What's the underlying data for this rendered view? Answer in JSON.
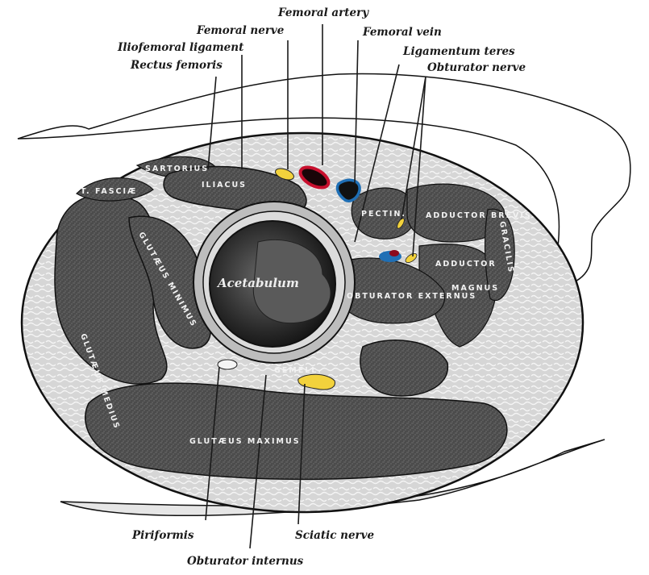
{
  "figure": {
    "subject": "Transverse section through the hip joint",
    "colors": {
      "background": "#ffffff",
      "fat": "#cfcfcf",
      "muscle": "#4a4a4a",
      "muscle_dark": "#3a3a3a",
      "artery": "#c8102e",
      "vein": "#1f6fb5",
      "nerve": "#f2d23c",
      "outline": "#111111"
    }
  },
  "callouts": {
    "femoral_artery": "Femoral artery",
    "femoral_nerve": "Femoral nerve",
    "femoral_vein": "Femoral vein",
    "iliofemoral_ligament": "Iliofemoral ligament",
    "rectus_femoris": "Rectus femoris",
    "ligamentum_teres": "Ligamentum teres",
    "obturator_nerve": "Obturator nerve",
    "piriformis": "Piriformis",
    "sciatic_nerve": "Sciatic nerve",
    "obturator_internus": "Obturator internus"
  },
  "inner_labels": {
    "acetabulum": "Acetabulum",
    "iliacus": "ILIACUS",
    "sartorius": "SARTORIUS",
    "tensor": "T. FASCIÆ",
    "gluteus_medius": "GLUTÆUS MEDIUS",
    "gluteus_minimus": "GLUTÆUS MINIMUS",
    "adductor_brevis": "ADDUCTOR BREVIS",
    "adductor_longus": "ADDUCTOR",
    "adductor_magnus": "MAGNUS",
    "pectineus": "PECTIN.",
    "gracilis": "GRACILIS",
    "obturator_externus": "OBTURATOR EXTERNUS",
    "gluteus_maximus": "GLUTÆUS MAXIMUS",
    "gemellus": "GEMELL."
  }
}
